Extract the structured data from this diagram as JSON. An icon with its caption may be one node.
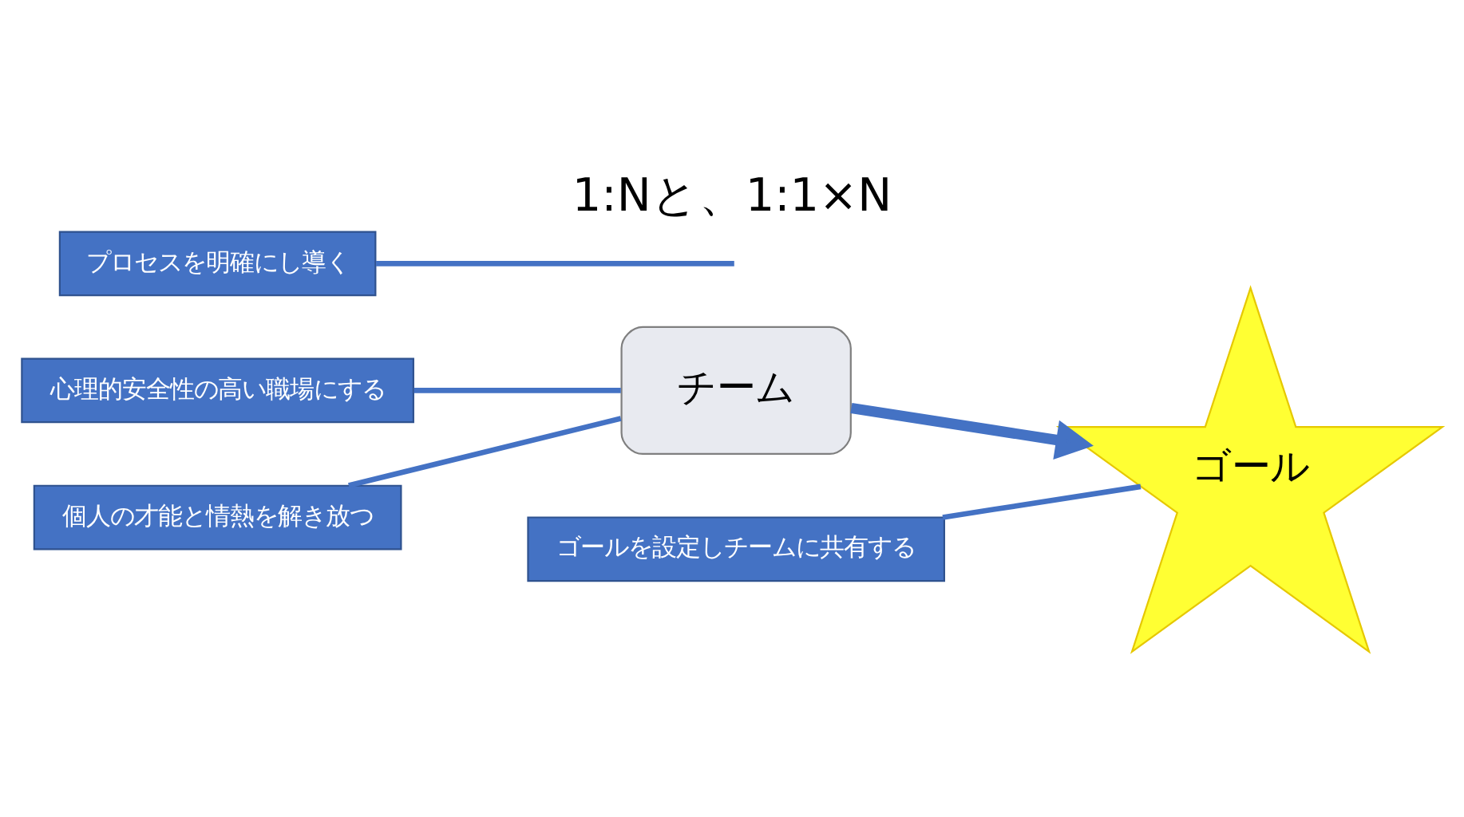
{
  "diagram": {
    "title": "1:Nと、1:1×N",
    "nodes": [
      {
        "text": [
          "ゴール"
        ]
      },
      {
        "text": [
          "心理的安全性の高い職場にする"
        ]
      },
      {
        "text": [
          "チーム"
        ]
      },
      {
        "text": [
          "プロセスを明確にし導く"
        ]
      },
      {
        "text": [
          "ゴールを設定しチームに共有する"
        ]
      },
      {
        "text": [
          "個人の才能と情熱を解き放つ"
        ]
      }
    ],
    "edges": [
      {
        "from": 2,
        "to": 0,
        "arrow": "to",
        "style": "thick"
      },
      {
        "from": 1,
        "to": 2,
        "arrow": "none"
      },
      {
        "from": 3,
        "to": null,
        "arrow": "none"
      },
      {
        "from": 4,
        "to": 0,
        "arrow": "none"
      },
      {
        "from": 5,
        "to": 2,
        "arrow": "none"
      }
    ]
  }
}
